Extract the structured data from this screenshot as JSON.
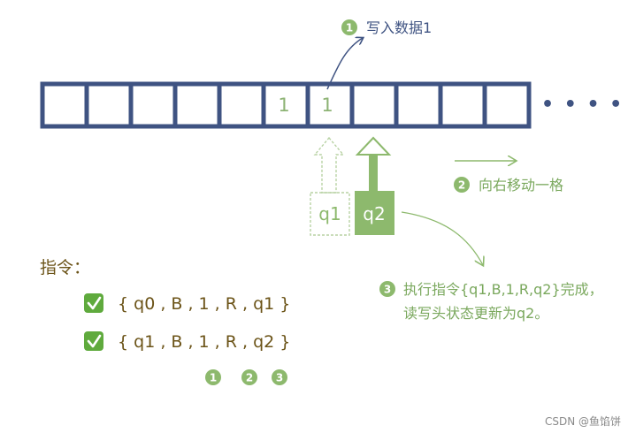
{
  "tape": {
    "cells": [
      "",
      "",
      "",
      "",
      "",
      "1",
      "1",
      "",
      "",
      "",
      ""
    ],
    "continuation": "• • •  • • •"
  },
  "annotations": {
    "write": {
      "num": "1",
      "label": "写入数据1"
    },
    "move": {
      "num": "2",
      "label": "向右移动一格"
    },
    "execute": {
      "num": "3",
      "line1": "执行指令{q1,B,1,R,q2}完成，",
      "line2": "读写头状态更新为q2。"
    }
  },
  "heads": {
    "previous": "q1",
    "current": "q2"
  },
  "instructions": {
    "title": "指令：",
    "check_icon": "✅",
    "items": [
      "{ q0 , B , 1 , R , q1 }",
      "{ q1 , B , 1 , R , q2 }"
    ],
    "markers": [
      "1",
      "2",
      "3"
    ]
  },
  "watermark": "CSDN @鱼馅饼",
  "colors": {
    "tape_border": "#3f5382",
    "green": "#8db96d",
    "instruction_text": "#6b5317",
    "check_bg": "#5faa3d"
  }
}
